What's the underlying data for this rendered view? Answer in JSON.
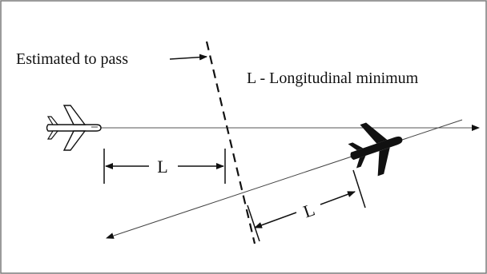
{
  "labels": {
    "estimated": "Estimated to pass",
    "legend": "L - Longitudinal minimum",
    "l_upper": "L",
    "l_lower": "L"
  },
  "icons": {
    "upper_aircraft": "white-airplane-icon",
    "lower_aircraft": "black-airplane-icon"
  },
  "colors": {
    "ink": "#111111",
    "frame": "#7a7a7a",
    "track": "#555555"
  }
}
